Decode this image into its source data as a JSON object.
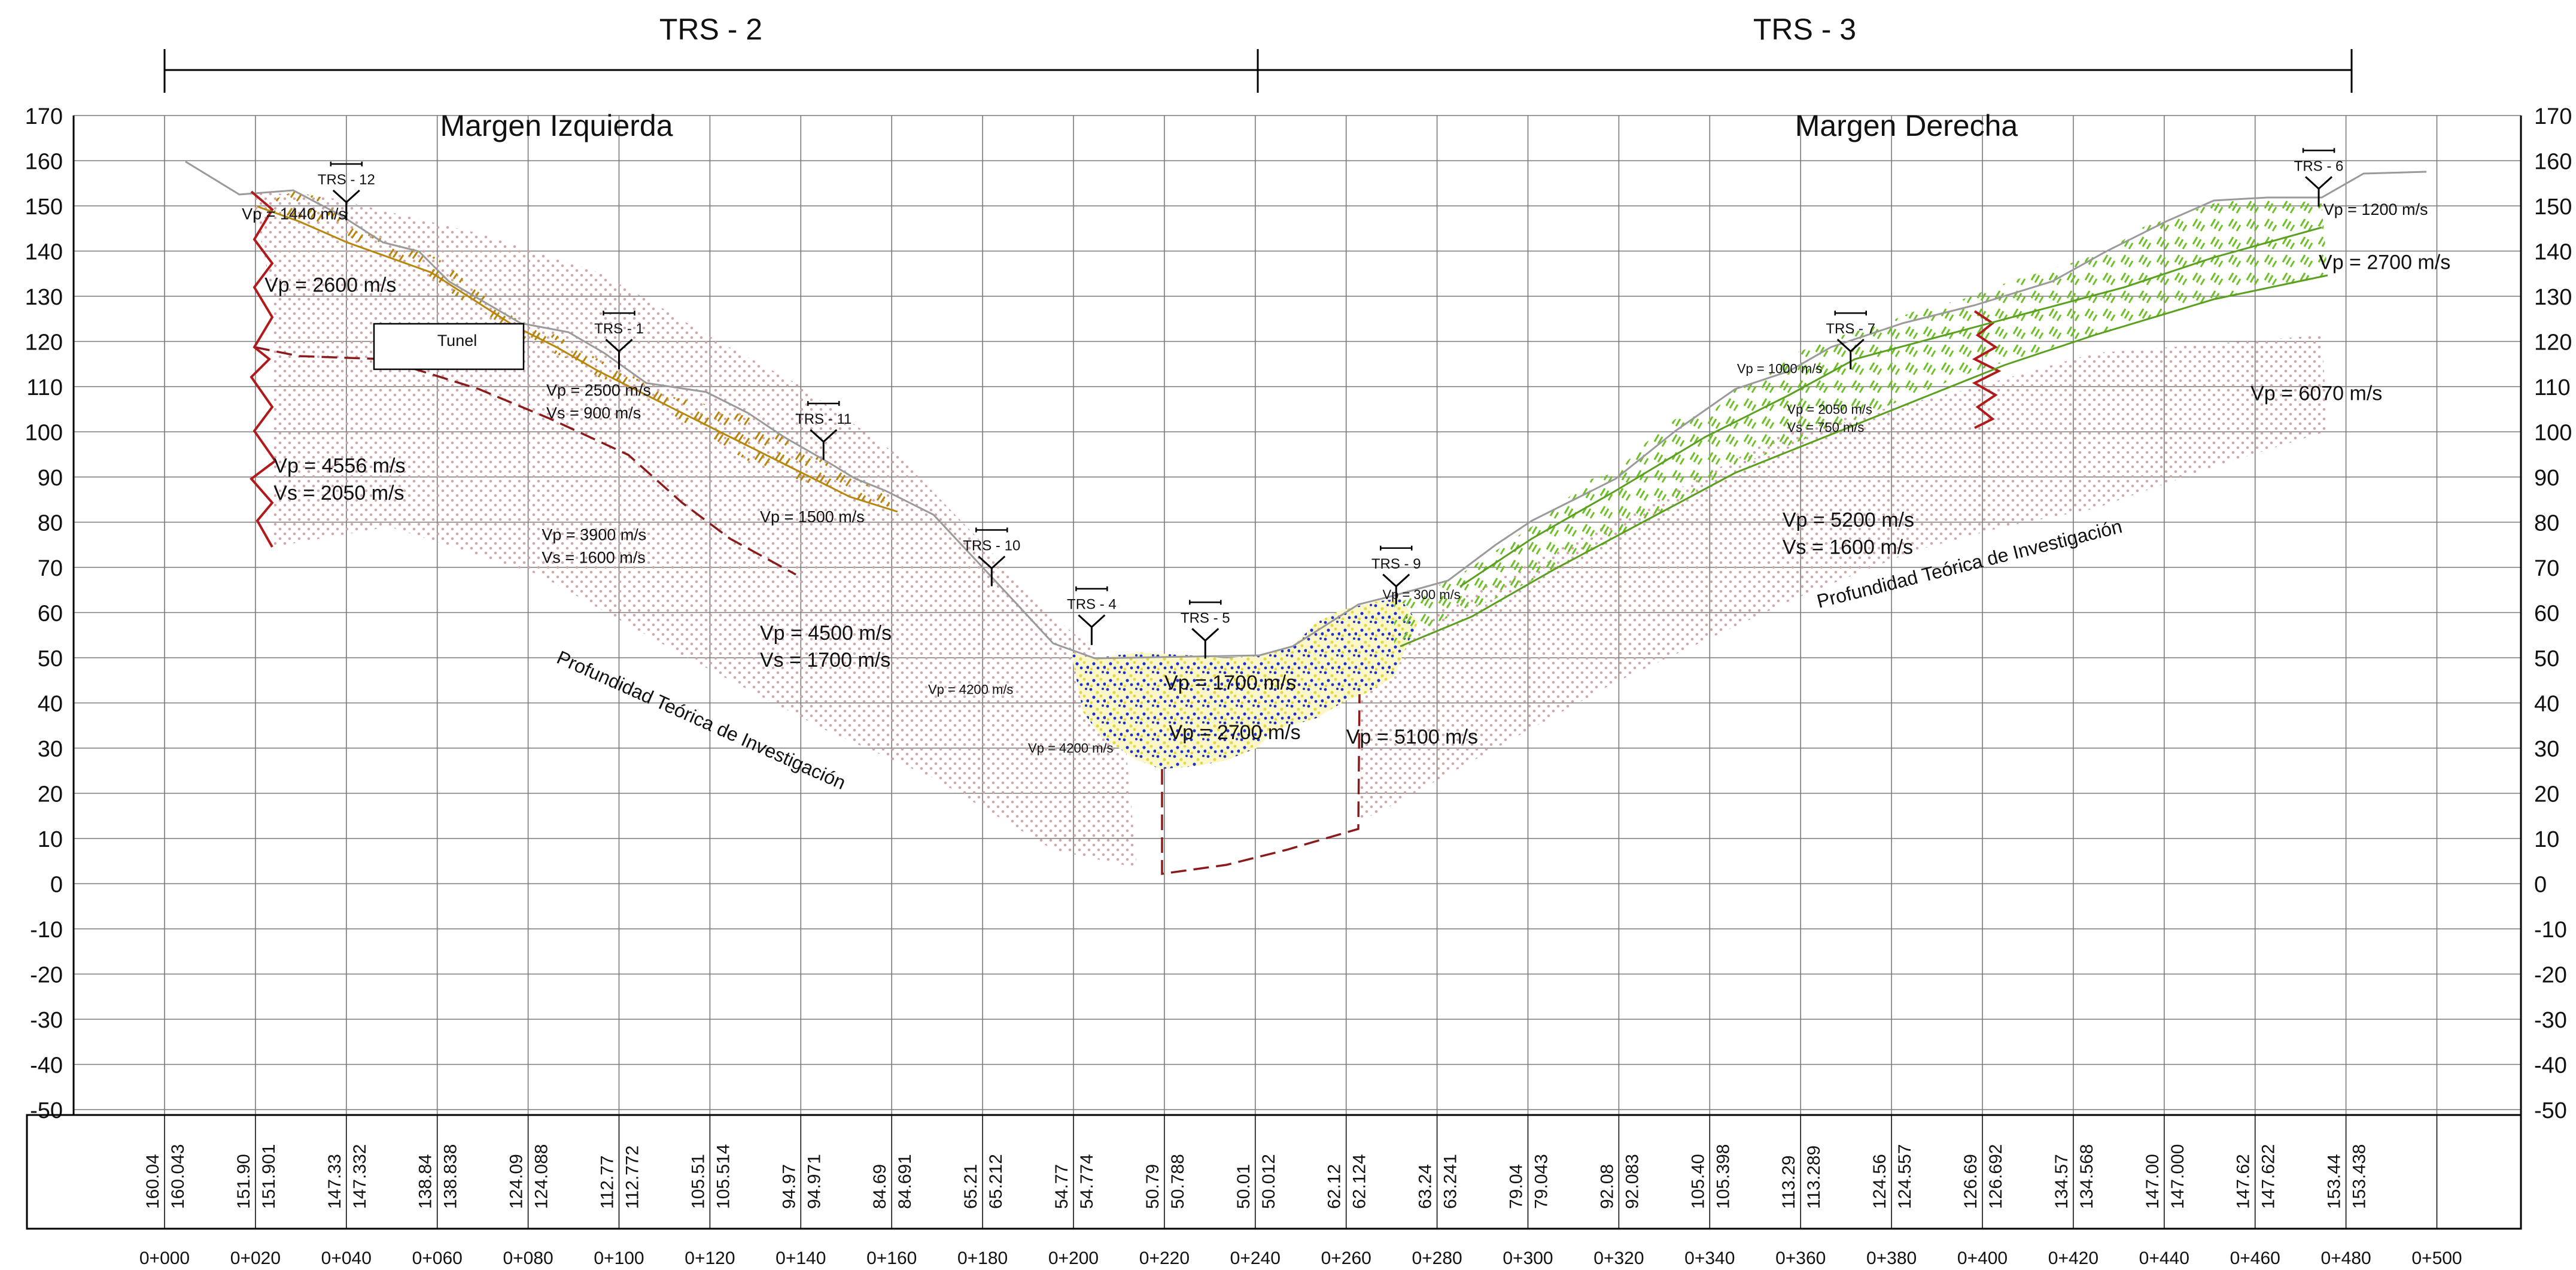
{
  "header": {
    "trs_left": "TRS - 2",
    "trs_right": "TRS - 3"
  },
  "margins": {
    "left": "Margen Izquierda",
    "right": "Margen Derecha"
  },
  "axis": {
    "elevations": [
      170,
      160,
      150,
      140,
      130,
      120,
      110,
      100,
      90,
      80,
      70,
      60,
      50,
      40,
      30,
      20,
      10,
      0,
      -10,
      -20,
      -30,
      -40,
      -50
    ],
    "stations": [
      "0+000",
      "0+020",
      "0+040",
      "0+060",
      "0+080",
      "0+100",
      "0+120",
      "0+140",
      "0+160",
      "0+180",
      "0+200",
      "0+220",
      "0+240",
      "0+260",
      "0+280",
      "0+300",
      "0+320",
      "0+340",
      "0+360",
      "0+380",
      "0+400",
      "0+420",
      "0+440",
      "0+460",
      "0+480",
      "0+500"
    ]
  },
  "profile_table": [
    {
      "a": "160.04",
      "b": "160.043"
    },
    {
      "a": "151.90",
      "b": "151.901"
    },
    {
      "a": "147.33",
      "b": "147.332"
    },
    {
      "a": "138.84",
      "b": "138.838"
    },
    {
      "a": "124.09",
      "b": "124.088"
    },
    {
      "a": "112.77",
      "b": "112.772"
    },
    {
      "a": "105.51",
      "b": "105.514"
    },
    {
      "a": "94.97",
      "b": "94.971"
    },
    {
      "a": "84.69",
      "b": "84.691"
    },
    {
      "a": "65.21",
      "b": "65.212"
    },
    {
      "a": "54.77",
      "b": "54.774"
    },
    {
      "a": "50.79",
      "b": "50.788"
    },
    {
      "a": "50.01",
      "b": "50.012"
    },
    {
      "a": "62.12",
      "b": "62.124"
    },
    {
      "a": "63.24",
      "b": "63.241"
    },
    {
      "a": "79.04",
      "b": "79.043"
    },
    {
      "a": "92.08",
      "b": "92.083"
    },
    {
      "a": "105.40",
      "b": "105.398"
    },
    {
      "a": "113.29",
      "b": "113.289"
    },
    {
      "a": "124.56",
      "b": "124.557"
    },
    {
      "a": "126.69",
      "b": "126.692"
    },
    {
      "a": "134.57",
      "b": "134.568"
    },
    {
      "a": "147.00",
      "b": "147.000"
    },
    {
      "a": "147.62",
      "b": "147.622"
    },
    {
      "a": "153.44",
      "b": "153.438"
    }
  ],
  "trs_markers": [
    {
      "label": "TRS - 12",
      "station": 40,
      "elev": 150
    },
    {
      "label": "TRS - 1",
      "station": 100,
      "elev": 117
    },
    {
      "label": "TRS - 11",
      "station": 145,
      "elev": 97
    },
    {
      "label": "TRS - 10",
      "station": 182,
      "elev": 69
    },
    {
      "label": "TRS - 4",
      "station": 204,
      "elev": 56
    },
    {
      "label": "TRS - 5",
      "station": 229,
      "elev": 53
    },
    {
      "label": "TRS - 9",
      "station": 271,
      "elev": 65
    },
    {
      "label": "TRS - 7",
      "station": 371,
      "elev": 117
    },
    {
      "label": "TRS - 6",
      "station": 474,
      "elev": 153
    }
  ],
  "velocity_labels": [
    {
      "text": "Vp = 1440 m/s",
      "station": 17,
      "elev": 147,
      "size": "s"
    },
    {
      "text": "Vp = 2600 m/s",
      "station": 22,
      "elev": 131,
      "size": "m"
    },
    {
      "text": "Tunel",
      "station": 60,
      "elev": 119,
      "size": "s"
    },
    {
      "text": "Vp = 2500 m/s",
      "station": 84,
      "elev": 108,
      "size": "s"
    },
    {
      "text": "Vs = 900 m/s",
      "station": 84,
      "elev": 103,
      "size": "s"
    },
    {
      "text": "Vp = 4556 m/s",
      "station": 24,
      "elev": 91,
      "size": "m"
    },
    {
      "text": "Vs = 2050 m/s",
      "station": 24,
      "elev": 85,
      "size": "m"
    },
    {
      "text": "Vp = 1500 m/s",
      "station": 131,
      "elev": 80,
      "size": "s"
    },
    {
      "text": "Vp = 3900 m/s",
      "station": 83,
      "elev": 76,
      "size": "s"
    },
    {
      "text": "Vs = 1600 m/s",
      "station": 83,
      "elev": 71,
      "size": "s"
    },
    {
      "text": "Vp = 4500 m/s",
      "station": 131,
      "elev": 54,
      "size": "m"
    },
    {
      "text": "Vs = 1700 m/s",
      "station": 131,
      "elev": 48,
      "size": "m"
    },
    {
      "text": "Vp = 4200 m/s",
      "station": 168,
      "elev": 42,
      "size": "xs"
    },
    {
      "text": "Vp = 4200 m/s",
      "station": 190,
      "elev": 29,
      "size": "xs"
    },
    {
      "text": "Vp = 1700 m/s",
      "station": 220,
      "elev": 43,
      "size": "m"
    },
    {
      "text": "Vp = 2700 m/s",
      "station": 221,
      "elev": 32,
      "size": "m"
    },
    {
      "text": "Vp = 5100 m/s",
      "station": 260,
      "elev": 31,
      "size": "m"
    },
    {
      "text": "Vp = 300 m/s",
      "station": 268,
      "elev": 63,
      "size": "xs"
    },
    {
      "text": "Vp = 1000 m/s",
      "station": 346,
      "elev": 113,
      "size": "xs"
    },
    {
      "text": "Vp = 2050 m/s",
      "station": 357,
      "elev": 104,
      "size": "xs"
    },
    {
      "text": "Vs = 750 m/s",
      "station": 357,
      "elev": 100,
      "size": "xs"
    },
    {
      "text": "Vp = 5200 m/s",
      "station": 356,
      "elev": 79,
      "size": "m"
    },
    {
      "text": "Vs = 1600 m/s",
      "station": 356,
      "elev": 73,
      "size": "m"
    },
    {
      "text": "Vp = 6070 m/s",
      "station": 459,
      "elev": 107,
      "size": "m"
    },
    {
      "text": "Vp = 1200 m/s",
      "station": 475,
      "elev": 148,
      "size": "s"
    },
    {
      "text": "Vp = 2700 m/s",
      "station": 474,
      "elev": 136,
      "size": "m"
    }
  ],
  "depth_labels": [
    {
      "text": "Profundidad Teórica de Investigación",
      "station": 86,
      "elev": 49,
      "angle": 24
    },
    {
      "text": "Profundidad Teórica de Investigación",
      "station": 364,
      "elev": 61,
      "angle": -14
    }
  ],
  "colors": {
    "ground": "#9a9a9a",
    "weathered_hatch": "#b8860b",
    "rock_dots": "#d8a0a8",
    "rock_boundary": "#8b1a1a",
    "alluvium_yellow": "#e8e05a",
    "alluvium_blue": "#1a2fd0",
    "right_green": "#6fbf2a"
  }
}
